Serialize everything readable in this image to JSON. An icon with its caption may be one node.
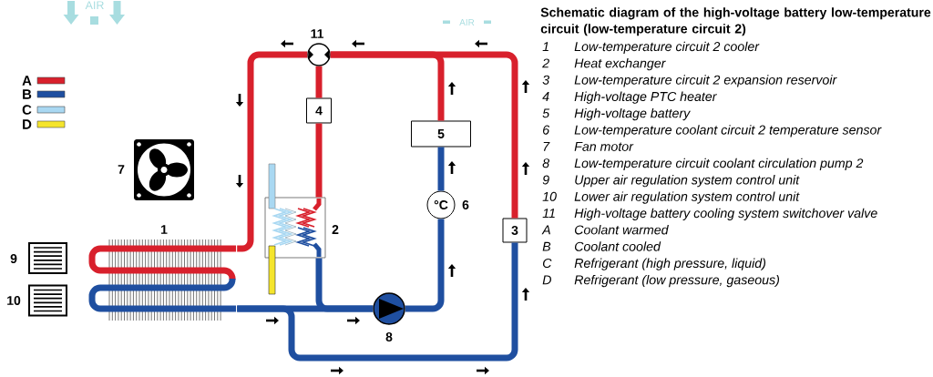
{
  "diagram": {
    "title": "Schematic diagram of the high-voltage battery low-temperature circuit (low-temperature circuit 2)",
    "nodes": [
      {
        "text": [],
        "shape": "picture",
        "beside": [
          "1"
        ]
      },
      {
        "text": [],
        "shape": "box",
        "beside": [
          "2"
        ]
      },
      {
        "text": [
          "3"
        ]
      },
      {
        "text": [
          "4"
        ]
      },
      {
        "text": [
          "5"
        ]
      },
      {
        "text": [
          "°C"
        ],
        "beside": [
          "6"
        ]
      },
      {
        "text": [],
        "shape": "picture",
        "beside": [
          "7"
        ]
      },
      {
        "text": [],
        "shape": "circle",
        "beside": [
          "8"
        ]
      },
      {
        "text": [],
        "shape": "picture",
        "beside": [
          "9"
        ]
      },
      {
        "text": [],
        "shape": "picture",
        "beside": [
          "10"
        ]
      },
      {
        "text": [],
        "shape": "circle",
        "beside": [
          "11"
        ]
      }
    ],
    "edges": [
      {
        "from": 10,
        "to": 0,
        "arrow": "none",
        "color": "#d8202c"
      },
      {
        "from": 0,
        "to": 7,
        "arrow": "none",
        "color": "#1f4fa0"
      },
      {
        "from": 0,
        "to": 2,
        "arrow": "none",
        "color": "#1f4fa0"
      },
      {
        "from": 1,
        "to": 7,
        "arrow": "none",
        "color": "#1f4fa0"
      },
      {
        "from": 7,
        "to": 5,
        "arrow": "none",
        "color": "#1f4fa0"
      },
      {
        "from": 5,
        "to": 4,
        "arrow": "none",
        "color": "#1f4fa0"
      },
      {
        "from": 4,
        "to": 10,
        "arrow": "none",
        "color": "#d8202c"
      },
      {
        "from": 2,
        "to": 10,
        "arrow": "none",
        "color": "#d8202c"
      },
      {
        "from": 10,
        "to": 3,
        "arrow": "none",
        "color": "#d8202c"
      },
      {
        "from": 3,
        "to": 1,
        "arrow": "none",
        "color": "#d8202c"
      }
    ],
    "labels": [
      "AIR",
      "AIR",
      "1",
      "Low-temperature circuit 2 cooler",
      "2",
      "Heat exchanger",
      "3",
      "Low-temperature circuit 2 expansion reservoir",
      "4",
      "High-voltage PTC heater",
      "5",
      "High-voltage battery",
      "6",
      "Low-temperature coolant circuit 2 temperature sensor",
      "7",
      "Fan motor",
      "8",
      "Low-temperature circuit coolant circulation pump 2",
      "9",
      "Upper air regulation system control unit",
      "10",
      "Lower air regulation system control unit",
      "11",
      "High-voltage battery cooling system switchover valve",
      "A",
      "Coolant warmed",
      "B",
      "Coolant cooled",
      "C",
      "Refrigerant (high pressure, liquid)",
      "D",
      "Refrigerant (low pressure, gaseous)"
    ],
    "legend": [
      {
        "text": "A",
        "color": "#d8202c"
      },
      {
        "text": "B",
        "color": "#1f4fa0"
      },
      {
        "text": "C",
        "color": "#a9d8f2"
      },
      {
        "text": "D",
        "color": "#f5e52c"
      }
    ]
  }
}
